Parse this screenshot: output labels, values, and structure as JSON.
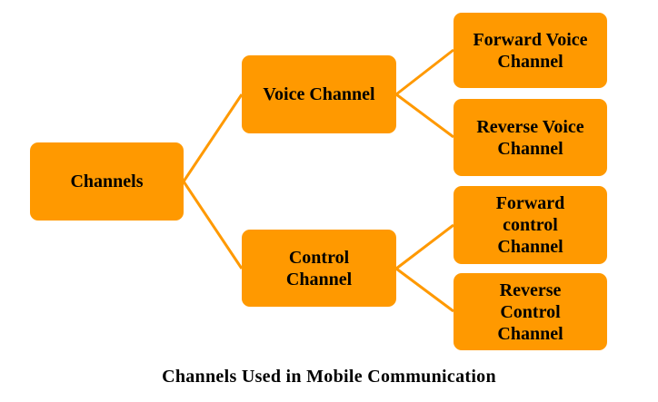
{
  "diagram": {
    "type": "tree",
    "line_color": "#FF9900",
    "node_color": "#FF9900",
    "nodes": [
      {
        "id": "channels",
        "label": "Channels",
        "parent": null
      },
      {
        "id": "voice",
        "label": "Voice Channel",
        "parent": "channels"
      },
      {
        "id": "control",
        "label": "Control Channel",
        "parent": "channels"
      },
      {
        "id": "fvc",
        "label": "Forward Voice Channel",
        "parent": "voice"
      },
      {
        "id": "rvc",
        "label": "Reverse Voice Channel",
        "parent": "voice"
      },
      {
        "id": "fcc",
        "label": "Forward control Channel",
        "parent": "control"
      },
      {
        "id": "rcc",
        "label": "Reverse Control Channel",
        "parent": "control"
      }
    ]
  },
  "labels": {
    "channels": "Channels",
    "voice": "Voice Channel",
    "control": "Control Channel",
    "fvc_line1": "Forward Voice",
    "fvc_line2": "Channel",
    "rvc_line1": "Reverse Voice",
    "rvc_line2": "Channel",
    "fcc_line1": "Forward",
    "fcc_line2": "control",
    "fcc_line3": "Channel",
    "rcc_line1": "Reverse",
    "rcc_line2": "Control",
    "rcc_line3": "Channel",
    "control_line1": "Control",
    "control_line2": "Channel"
  },
  "caption": "Channels Used in Mobile Communication"
}
